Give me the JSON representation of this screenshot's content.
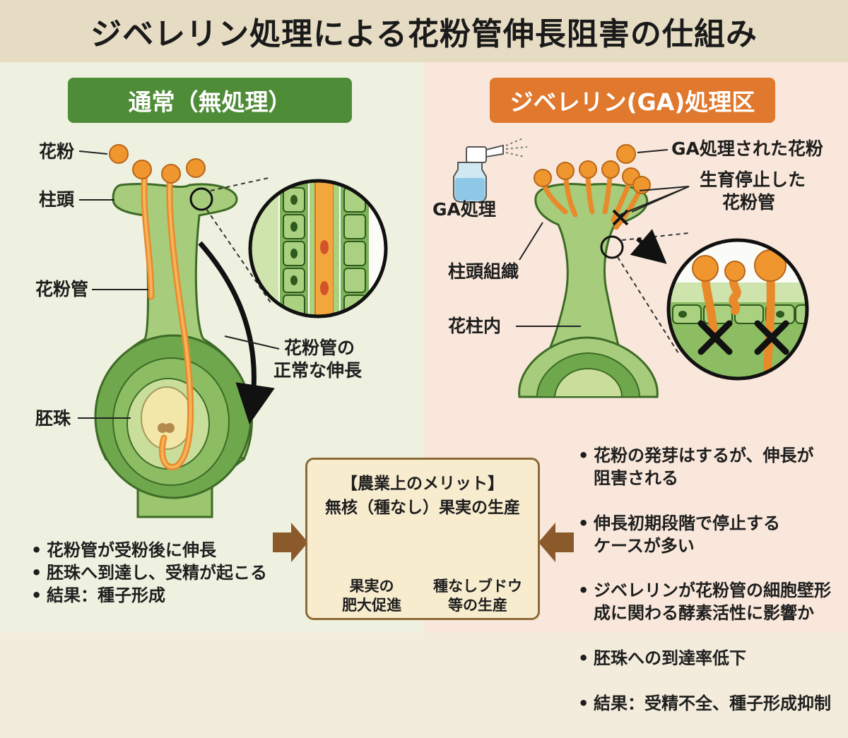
{
  "title": "ジベレリン処理による花粉管伸長阻害の仕組み",
  "left": {
    "heading": "通常（無処理）",
    "labels": {
      "pollen": "花粉",
      "stigma": "柱頭",
      "pollen_tube": "花粉管",
      "ovule": "胚珠",
      "growth_line1": "花粉管の",
      "growth_line2": "正常な伸長"
    },
    "bullets": [
      "花粉管が受粉後に伸長",
      "胚珠へ到達し、受精が起こる",
      "結果：種子形成"
    ]
  },
  "right": {
    "heading": "ジベレリン(GA)処理区",
    "labels": {
      "ga_treatment": "GA処理",
      "ga_pollen": "GA処理された花粉",
      "stopped_line1": "生育停止した",
      "stopped_line2": "花粉管",
      "stigma_tissue": "柱頭組織",
      "style_inside": "花柱内"
    },
    "bullets": [
      "花粉の発芽はするが、伸長が\n阻害される",
      "伸長初期段階で停止する\nケースが多い",
      "ジベレリンが花粉管の細胞壁形\n成に関わる酵素活性に影響か",
      "胚珠への到達率低下",
      "結果：受精不全、種子形成抑制"
    ]
  },
  "merit": {
    "title1": "【農業上のメリット】",
    "title2": "無核（種なし）果実の生産",
    "item1_line1": "果実の",
    "item1_line2": "肥大促進",
    "item2_line1": "種なしブドウ",
    "item2_line2": "等の生産"
  },
  "colors": {
    "header_bg": "#e6dcc3",
    "left_bg": "#eef1df",
    "right_bg": "#f8e7da",
    "green_tag": "#4f8c38",
    "orange_tag": "#e0782d",
    "tissue_green": "#9bc56f",
    "pollen_orange": "#f0962e",
    "arrow_brown": "#8a5a2b"
  }
}
